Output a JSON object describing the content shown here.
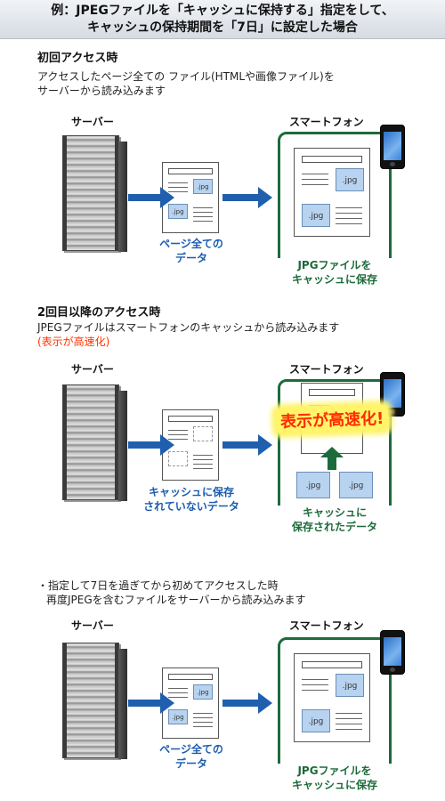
{
  "header": {
    "line1": "例：JPEGファイルを「キャッシュに保持する」指定をして、",
    "line2": "キャッシュの保持期間を「7日」に設定した場合"
  },
  "section1": {
    "title": "初回アクセス時",
    "desc1": "アクセスしたページ全ての ファイル(HTMLや画像ファイル)を",
    "desc2": "サーバーから読み込みます",
    "server_label": "サーバー",
    "phone_label": "スマートフォン",
    "doc_caption1": "ページ全ての",
    "doc_caption2": "データ",
    "phone_caption1": "JPGファイルを",
    "phone_caption2": "キャッシュに保存",
    "img_label": ".jpg"
  },
  "section2": {
    "title": "2回目以降のアクセス時",
    "desc1": "JPEGファイルはスマートフォンのキャッシュから読み込みます",
    "desc2": "(表示が高速化)",
    "server_label": "サーバー",
    "phone_label": "スマートフォン",
    "speed_label": "表示が高速化!",
    "doc_caption1": "キャッシュに保存",
    "doc_caption2": "されていないデータ",
    "phone_caption1": "キャッシュに",
    "phone_caption2": "保存されたデータ",
    "img_label": ".jpg"
  },
  "section3": {
    "desc1": "・指定して7日を過ぎてから初めてアクセスした時",
    "desc2": "再度JPEGを含むファイルをサーバーから読み込みます",
    "server_label": "サーバー",
    "phone_label": "スマートフォン",
    "doc_caption1": "ページ全ての",
    "doc_caption2": "データ",
    "phone_caption1": "JPGファイルを",
    "phone_caption2": "キャッシュに保存",
    "img_label": ".jpg"
  },
  "colors": {
    "arrow": "#1f5fae",
    "frame": "#1c6b3a",
    "highlight_text": "#ff2a00",
    "highlight_bg": "#fff46a",
    "note_red": "#ff3300"
  }
}
